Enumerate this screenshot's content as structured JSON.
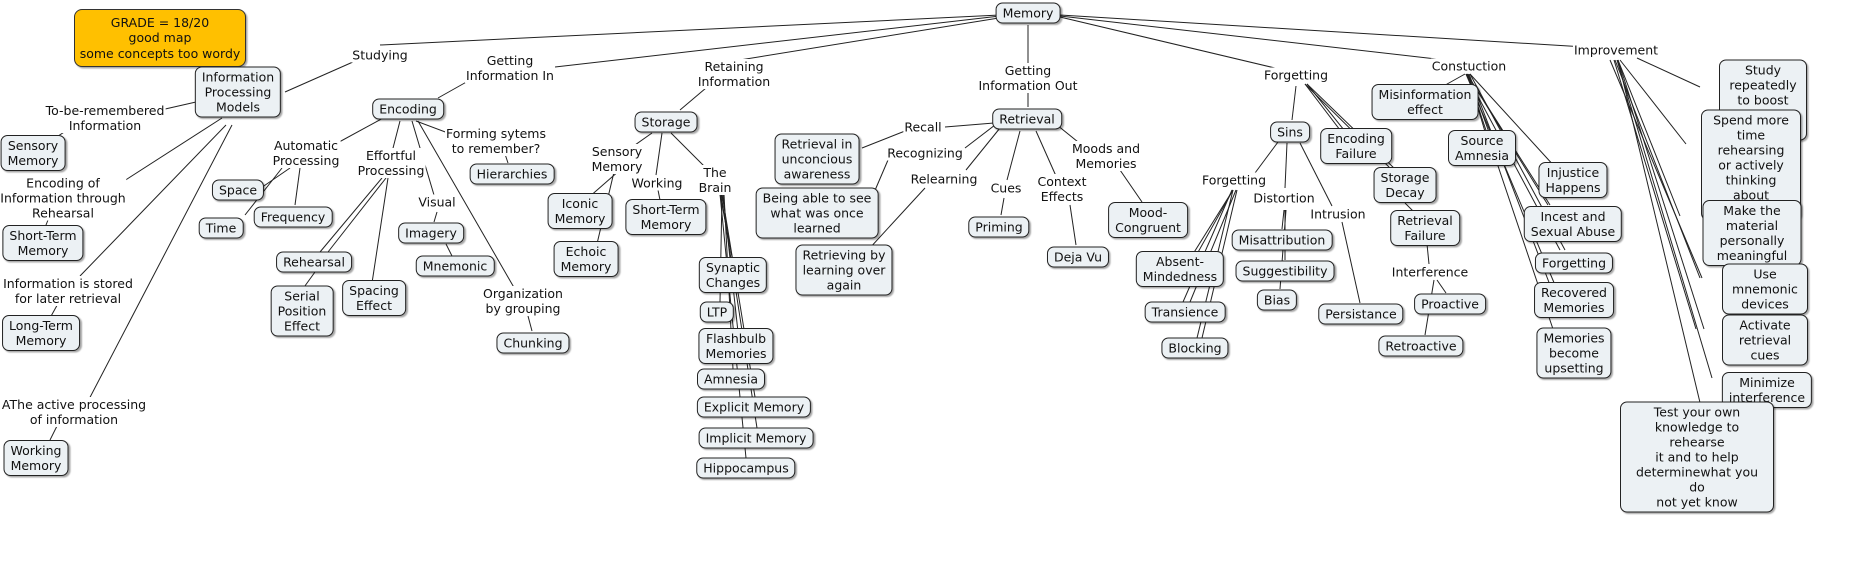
{
  "grade_note": "GRADE = 18/20\ngood map\nsome concepts too wordy",
  "concepts": {
    "memory": "Memory",
    "studying": "Studying",
    "info_processing": "Information\nProcessing\nModels",
    "to_be_remembered": "To-be-remembered\nInformation",
    "sensory_memory": "Sensory\nMemory",
    "encoding_rehearsal": "Encoding of\nInformation through\nRehearsal",
    "short_term_memory": "Short-Term\nMemory",
    "info_stored": "Information is stored\nfor later retrieval",
    "long_term_memory": "Long-Term\nMemory",
    "active_processing": "AThe active processing\nof information",
    "working_memory": "Working\nMemory",
    "getting_info_in": "Getting\nInformation In",
    "encoding": "Encoding",
    "automatic_processing": "Automatic\nProcessing",
    "space": "Space",
    "time": "Time",
    "frequency": "Frequency",
    "effortful_processing": "Effortful\nProcessing",
    "rehearsal": "Rehearsal",
    "serial_position": "Serial\nPosition\nEffect",
    "spacing_effect": "Spacing\nEffect",
    "visual": "Visual",
    "imagery": "Imagery",
    "mnemonic": "Mnemonic",
    "forming_systems": "Forming sytems\nto remember?",
    "hierarchies": "Hierarchies",
    "org_grouping": "Organization\nby grouping",
    "chunking": "Chunking",
    "retaining_info": "Retaining\nInformation",
    "storage": "Storage",
    "sensory_memory_2": "Sensory\nMemory",
    "iconic_memory": "Iconic\nMemory",
    "echoic_memory": "Echoic\nMemory",
    "working": "Working",
    "short_term_memory_2": "Short-Term\nMemory",
    "the_brain": "The\nBrain",
    "synaptic_changes": "Synaptic\nChanges",
    "ltp": "LTP",
    "flashbulb": "Flashbulb\nMemories",
    "amnesia": "Amnesia",
    "explicit_memory": "Explicit Memory",
    "implicit_memory": "Implicit Memory",
    "hippocampus": "Hippocampus",
    "getting_info_out": "Getting\nInformation Out",
    "retrieval": "Retrieval",
    "recall": "Recall",
    "retrieval_unconscious": "Retrieval in\nunconcious\nawareness",
    "recognizing": "Recognizing",
    "being_able": "Being able to see\nwhat was once\nlearned",
    "relearning": "Relearning",
    "retrieving_by_learning": "Retrieving by\nlearning over\nagain",
    "cues": "Cues",
    "priming": "Priming",
    "context_effects": "Context\nEffects",
    "deja_vu": "Deja Vu",
    "moods_memories": "Moods and\nMemories",
    "mood_congruent": "Mood-\nCongruent",
    "forgetting": "Forgetting",
    "sins": "Sins",
    "forgetting_sub": "Forgetting",
    "absent_mindedness": "Absent-\nMindedness",
    "transience": "Transience",
    "blocking": "Blocking",
    "distortion": "Distortion",
    "misattribution": "Misattribution",
    "suggestibility": "Suggestibility",
    "bias": "Bias",
    "intrusion": "Intrusion",
    "persistance": "Persistance",
    "encoding_failure": "Encoding\nFailure",
    "storage_decay": "Storage\nDecay",
    "retrieval_failure": "Retrieval\nFailure",
    "interference": "Interference",
    "proactive": "Proactive",
    "retroactive": "Retroactive",
    "construction": "Constuction",
    "misinformation": "Misinformation\neffect",
    "source_amnesia": "Source\nAmnesia",
    "injustice": "Injustice\nHappens",
    "incest": "Incest and\nSexual Abuse",
    "forgetting_c": "Forgetting",
    "recovered": "Recovered\nMemories",
    "upsetting": "Memories\nbecome\nupsetting",
    "improvement": "Improvement",
    "study_repeatedly": "Study repeatedly to boost\nlong-term recall",
    "spend_more_time": "Spend more time rehearsing\nor actively thinking about\nthe material",
    "make_meaningful": "Make the material personally\nmeaningful",
    "use_mnemonic": "Use mnemonic devices",
    "activate_cues": "Activate retrieval cues",
    "minimize_interference": "Minimize interference",
    "test_knowledge": "Test your own knowledge to rehearse\nit and to help determinewhat you do\nnot yet know"
  }
}
